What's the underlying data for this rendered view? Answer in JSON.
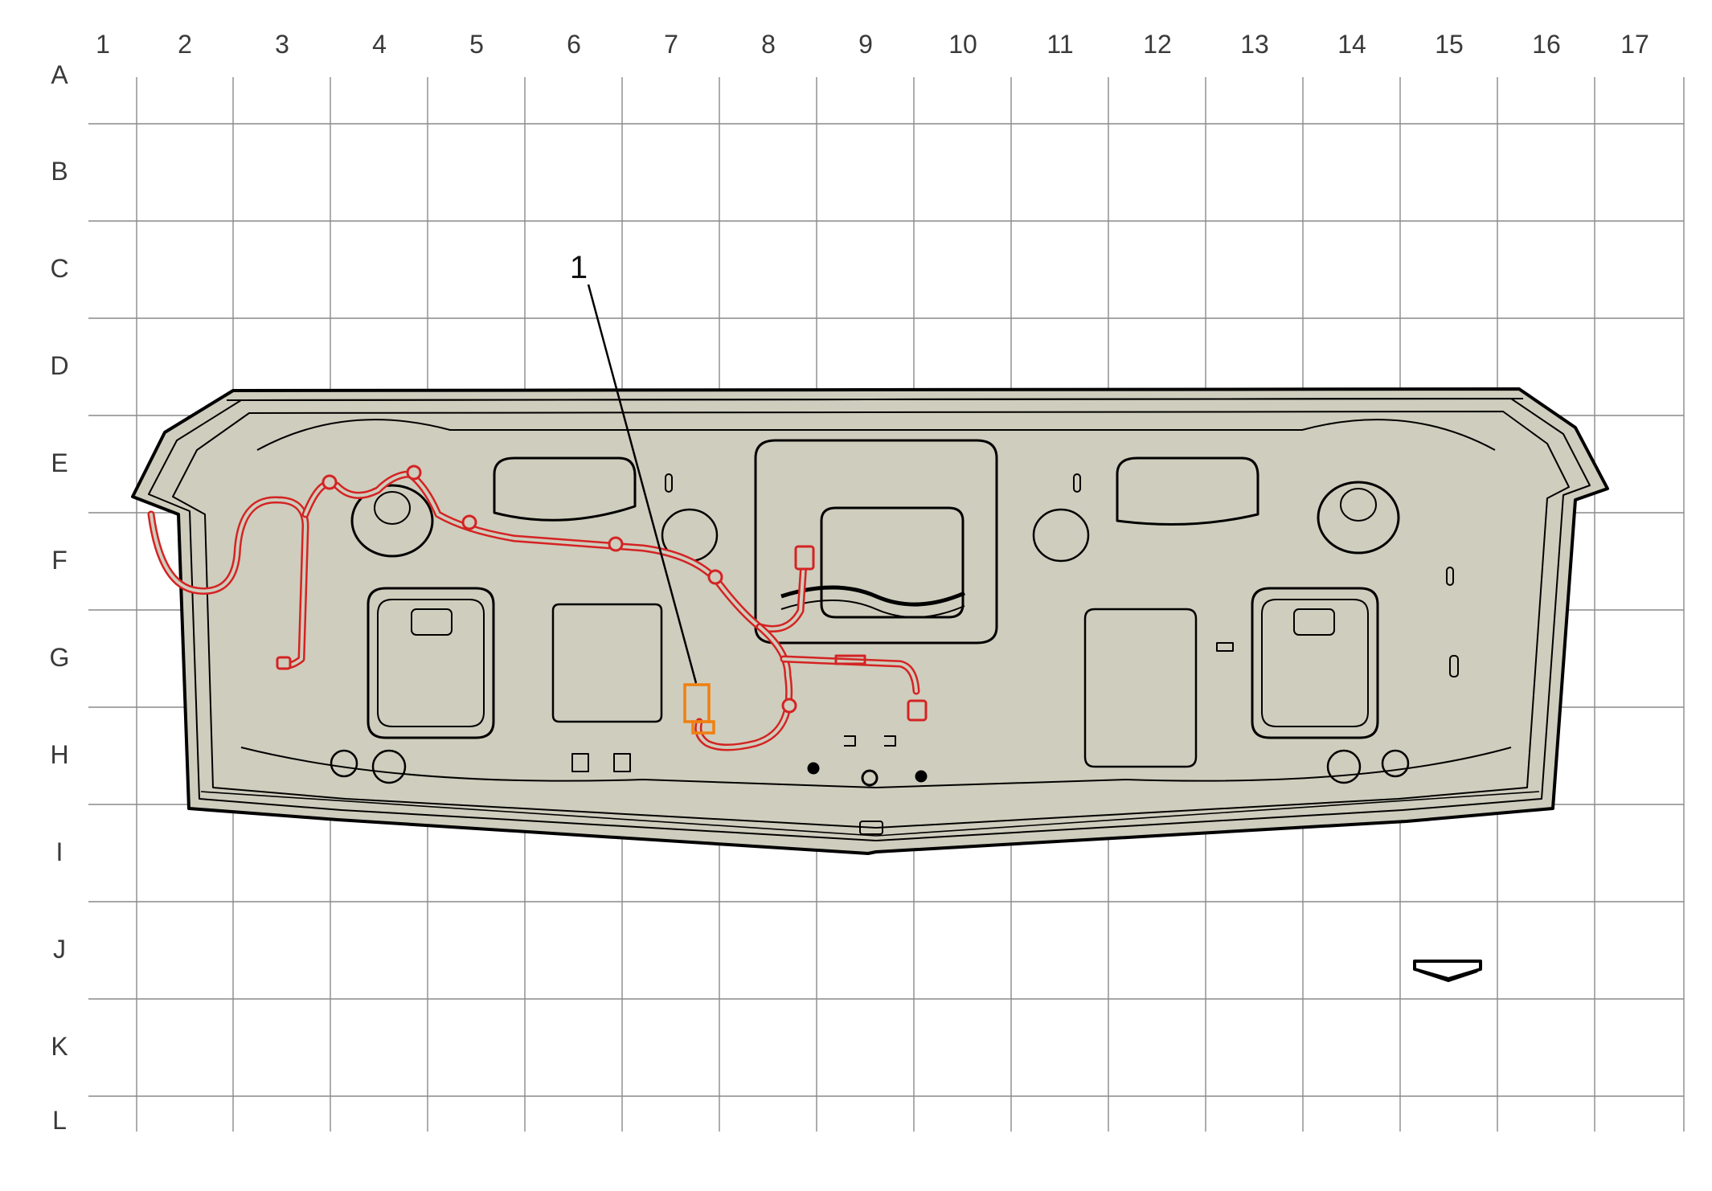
{
  "grid": {
    "columns": [
      "1",
      "2",
      "3",
      "4",
      "5",
      "6",
      "7",
      "8",
      "9",
      "10",
      "11",
      "12",
      "13",
      "14",
      "15",
      "16",
      "17"
    ],
    "rows": [
      "A",
      "B",
      "C",
      "D",
      "E",
      "F",
      "G",
      "H",
      "I",
      "J",
      "K",
      "L"
    ]
  },
  "callouts": [
    {
      "number": "1"
    }
  ],
  "colors": {
    "panel_fill": "#cfcdbd",
    "outline": "#000000",
    "grid_line": "#8a8a8a",
    "harness": "#d42323",
    "highlight_component": "#f07f10"
  },
  "icons": {
    "direction_indicator": "front-arrow-icon"
  }
}
